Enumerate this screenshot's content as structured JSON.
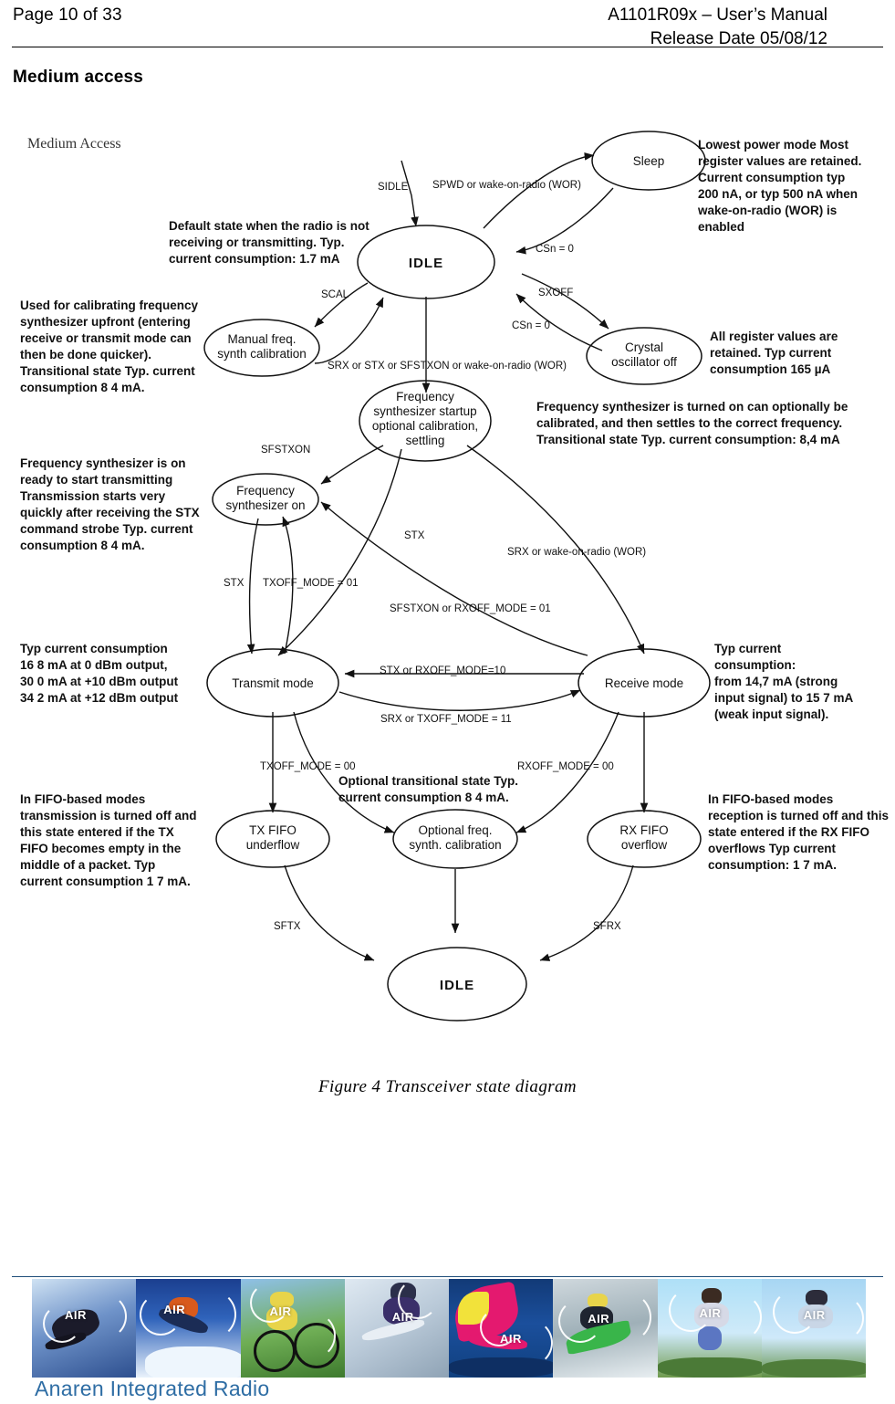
{
  "header": {
    "page_label": "Page 10 of 33",
    "doc_title": "A1101R09x – User’s Manual",
    "release_date": "Release Date 05/08/12"
  },
  "section": {
    "title": "Medium access"
  },
  "figure": {
    "diagram_title": "Medium Access",
    "caption": "Figure 4 Transceiver state diagram",
    "nodes": [
      {
        "id": "sleep",
        "label_lines": [
          "Sleep"
        ]
      },
      {
        "id": "idle-top",
        "label_lines": [
          "IDLE"
        ]
      },
      {
        "id": "crystal-off",
        "label_lines": [
          "Crystal",
          "oscillator off"
        ]
      },
      {
        "id": "manual-cal",
        "label_lines": [
          "Manual freq.",
          "synth  calibration"
        ]
      },
      {
        "id": "fs-startup",
        "label_lines": [
          "Frequency",
          "synthesizer startup",
          "optional calibration,",
          "settling"
        ]
      },
      {
        "id": "fs-on",
        "label_lines": [
          "Frequency",
          "synthesizer on"
        ]
      },
      {
        "id": "transmit",
        "label_lines": [
          "Transmit mode"
        ]
      },
      {
        "id": "receive",
        "label_lines": [
          "Receive mode"
        ]
      },
      {
        "id": "tx-fifo",
        "label_lines": [
          "TX FIFO",
          "underflow"
        ]
      },
      {
        "id": "opt-cal",
        "label_lines": [
          "Optional freq.",
          "synth. calibration"
        ]
      },
      {
        "id": "rx-fifo",
        "label_lines": [
          "RX FIFO",
          "overflow"
        ]
      },
      {
        "id": "idle-bottom",
        "label_lines": [
          "IDLE"
        ]
      }
    ],
    "edge_labels": [
      {
        "id": "sidle",
        "text": "SIDLE"
      },
      {
        "id": "spwd-wor",
        "text": "SPWD or wake-on-radio (WOR)"
      },
      {
        "id": "csn0-sleep",
        "text": "CSn = 0"
      },
      {
        "id": "sxoff",
        "text": "SXOFF"
      },
      {
        "id": "csn0-xosc",
        "text": "CSn = 0"
      },
      {
        "id": "scal",
        "text": "SCAL"
      },
      {
        "id": "srx-stx-sfstxon-wor",
        "text": "SRX or STX or SFSTXON or wake-on-radio (WOR)"
      },
      {
        "id": "sfstxon",
        "text": "SFSTXON"
      },
      {
        "id": "stx-mid",
        "text": "STX"
      },
      {
        "id": "srx-wor",
        "text": "SRX or wake-on-radio (WOR)"
      },
      {
        "id": "stx-left",
        "text": "STX"
      },
      {
        "id": "txoff-mode-01",
        "text": "TXOFF_MODE = 01"
      },
      {
        "id": "sfstxon-rxoff-01",
        "text": "SFSTXON or RXOFF_MODE = 01"
      },
      {
        "id": "stx-rxoff-10",
        "text": "STX or RXOFF_MODE=10"
      },
      {
        "id": "srx-txoff-11",
        "text": "SRX or TXOFF_MODE = 11"
      },
      {
        "id": "txoff-mode-00",
        "text": "TXOFF_MODE = 00"
      },
      {
        "id": "rxoff-mode-00",
        "text": "RXOFF_MODE = 00"
      },
      {
        "id": "sftx",
        "text": "SFTX"
      },
      {
        "id": "sfrx",
        "text": "SFRX"
      }
    ],
    "annotations": [
      {
        "id": "idle-note",
        "lines": [
          "Default state when the radio is not",
          "receiving or transmitting. Typ.",
          "current consumption: 1.7 mA"
        ]
      },
      {
        "id": "sleep-note",
        "lines": [
          "Lowest power mode  Most",
          "register values are retained.",
          "Current consumption typ",
          "200 nA, or typ 500 nA when",
          "wake-on-radio (WOR) is",
          "enabled"
        ]
      },
      {
        "id": "manual-cal-note",
        "lines": [
          "Used for calibrating frequency",
          "synthesizer upfront (entering",
          "receive or transmit mode can",
          "then be done quicker).",
          "Transitional state  Typ. current",
          "consumption  8 4 mA."
        ]
      },
      {
        "id": "crystal-note",
        "lines": [
          "All register values are",
          "retained. Typ  current",
          "consumption  165 µA"
        ]
      },
      {
        "id": "fs-on-note",
        "lines": [
          "Frequency synthesizer is on",
          "ready to start transmitting",
          "Transmission starts very",
          "quickly after receiving the STX",
          "command strobe Typ. current",
          "consumption  8 4 mA."
        ]
      },
      {
        "id": "fs-startup-note",
        "lines": [
          "Frequency synthesizer is turned on  can optionally be",
          "calibrated, and then settles to the correct frequency.",
          "Transitional state  Typ. current consumption: 8,4 mA"
        ]
      },
      {
        "id": "transmit-note",
        "lines": [
          "Typ  current consumption",
          "16 8 mA at 0 dBm output,",
          "30 0 mA at +10 dBm output",
          "34 2 mA at +12 dBm output"
        ]
      },
      {
        "id": "receive-note",
        "lines": [
          "Typ  current",
          "consumption:",
          "from 14,7 mA (strong",
          "input signal) to 15 7 mA",
          "(weak input signal)."
        ]
      },
      {
        "id": "opt-cal-note",
        "lines": [
          "Optional transitional state  Typ.",
          "current consumption  8 4 mA."
        ]
      },
      {
        "id": "tx-fifo-note",
        "lines": [
          "In FIFO-based modes",
          "transmission is turned off and",
          "this state entered if the TX",
          "FIFO becomes empty in the",
          "middle of a packet. Typ",
          "current consumption  1 7 mA."
        ]
      },
      {
        "id": "rx-fifo-note",
        "lines": [
          "In FIFO-based modes",
          "reception is turned off and this",
          "state entered if the RX FIFO",
          "overflows  Typ  current",
          "consumption: 1 7 mA."
        ]
      }
    ]
  },
  "footer": {
    "brand": "Anaren Integrated Radio",
    "photo_mark": "AIR",
    "photos": [
      {
        "id": "photo-skateboard",
        "mark": "AIR"
      },
      {
        "id": "photo-skier",
        "mark": "AIR"
      },
      {
        "id": "photo-mountain-biker",
        "mark": "AIR"
      },
      {
        "id": "photo-snowboarder",
        "mark": "AIR"
      },
      {
        "id": "photo-windsurfer",
        "mark": "AIR"
      },
      {
        "id": "photo-kayaker",
        "mark": "AIR"
      },
      {
        "id": "photo-inline-skater",
        "mark": "AIR"
      },
      {
        "id": "photo-wakeboarder",
        "mark": "AIR"
      }
    ],
    "brand_color": "#2e6da4",
    "rule_color": "#1f4e79"
  }
}
